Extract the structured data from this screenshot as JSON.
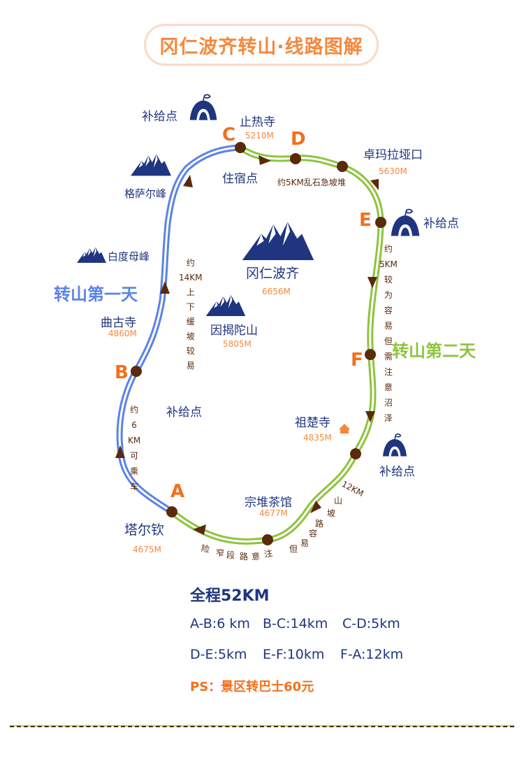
{
  "title": "冈仁波齐转山·线路图解",
  "colors": {
    "title_orange": "#f5883d",
    "title_border": "#fcd9c4",
    "navy": "#1f3580",
    "day1_blue": "#5b82e8",
    "day2_green": "#8dc43c",
    "node_brown": "#5a2a0c",
    "letter_orange": "#f2701c"
  },
  "days": {
    "day1": "转山第一天",
    "day2": "转山第二天"
  },
  "waypoints": [
    {
      "letter": "A",
      "name": "塔尔钦",
      "altitude": "4675M"
    },
    {
      "letter": "B",
      "name": "曲古寺",
      "altitude": "4860M"
    },
    {
      "letter": "C",
      "name": "止热寺",
      "altitude": "5210M",
      "note": "住宿点"
    },
    {
      "letter": "D",
      "name": "",
      "altitude": ""
    },
    {
      "letter": "E",
      "name": "",
      "altitude": ""
    },
    {
      "letter": "F",
      "name": "",
      "altitude": ""
    }
  ],
  "landmarks": {
    "zhuomalayakou": {
      "name": "卓玛拉垭口",
      "altitude": "5630M"
    },
    "zuchusi": {
      "name": "祖楚寺",
      "altitude": "4835M"
    },
    "zongduichaguan": {
      "name": "宗堆茶馆",
      "altitude": "4677M"
    }
  },
  "mountains": {
    "kailash": {
      "name": "冈仁波齐",
      "altitude": "6656M"
    },
    "yinjietuo": {
      "name": "因揭陀山",
      "altitude": "5805M"
    },
    "gesaer": {
      "name": "格萨尔峰"
    },
    "baidumu": {
      "name": "白度母峰"
    }
  },
  "supply_label": "补给点",
  "segment_notes": {
    "cd": "约5KM乱石急坡堆",
    "ab": [
      "约",
      "6",
      "KM",
      "可",
      "乘",
      "车"
    ],
    "bc": [
      "约",
      "14KM",
      "上",
      "下",
      "缓",
      "坡",
      "较",
      "易"
    ],
    "ef": [
      "约",
      "5KM",
      "较",
      "为",
      "容",
      "易",
      "但",
      "需",
      "注",
      "意",
      "沼",
      "泽"
    ],
    "f_tea": [
      "12KM",
      "山",
      "坡",
      "路",
      "容",
      "易",
      "但"
    ],
    "tea_a": [
      "险",
      "窄",
      "段",
      "路",
      "意",
      "注"
    ]
  },
  "summary": {
    "total": "全程52KM",
    "row1": [
      "A-B:6 km",
      "B-C:14km",
      "C-D:5km"
    ],
    "row2": [
      "D-E:5km",
      "E-F:10km",
      "F-A:12km"
    ],
    "ps": "PS：景区转巴士60元"
  }
}
